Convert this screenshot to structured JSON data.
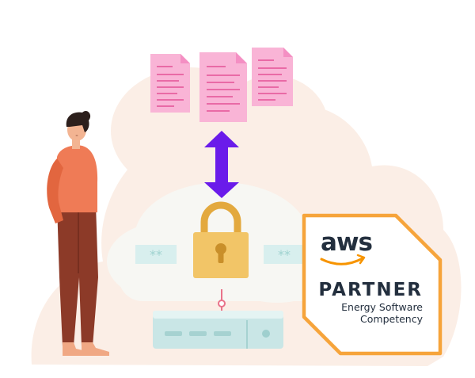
{
  "badge": {
    "brand": "aws",
    "title": "PARTNER",
    "subtitle_line1": "Energy Software",
    "subtitle_line2": "Competency",
    "border_color": "#f6a43b",
    "text_color": "#232f3e",
    "smile_color": "#f79400"
  },
  "illustration": {
    "documents": [
      "document-icon",
      "document-icon",
      "document-icon"
    ],
    "sync_arrow": "double-arrow-vertical-icon",
    "lock": "padlock-icon",
    "password_fields": [
      "**",
      "**"
    ],
    "server": "server-icon",
    "person": "standing-person-illustration",
    "colors": {
      "cloud_back": "#fbeee6",
      "cloud_front": "#f7f7f3",
      "document": "#f9b4d6",
      "document_lines": "#e96aa6",
      "arrow": "#6a1bea",
      "lock": "#f2c567",
      "field": "#d8efee",
      "server": "#c9e6e6",
      "shirt": "#ef7b56",
      "trousers": "#8c3a28"
    }
  }
}
